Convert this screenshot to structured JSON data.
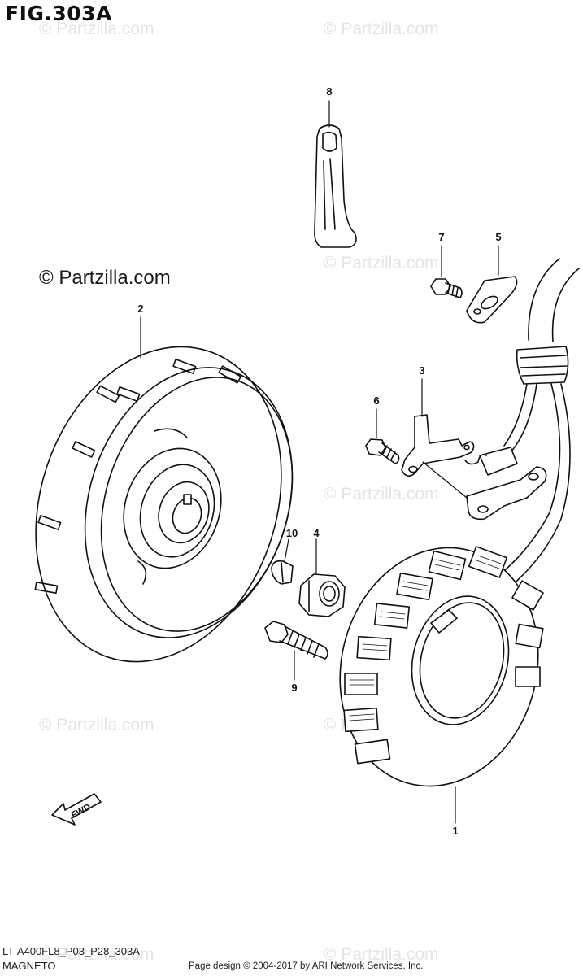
{
  "figure": {
    "title": "FIG.303A",
    "brand": "© Partzilla.com",
    "watermark": "© Partzilla.com",
    "part_code": "LT-A400FL8_P03_P28_303A",
    "section_name": "MAGNETO",
    "credit": "Page design © 2004-2017 by ARI Network Services, Inc.",
    "fwd_label": "FWD"
  },
  "callouts": {
    "c1": "1",
    "c2": "2",
    "c3": "3",
    "c4": "4",
    "c5": "5",
    "c6": "6",
    "c7": "7",
    "c8": "8",
    "c9": "9",
    "c10": "10"
  },
  "colors": {
    "line": "#111111",
    "watermark": "#cfcfcf"
  }
}
